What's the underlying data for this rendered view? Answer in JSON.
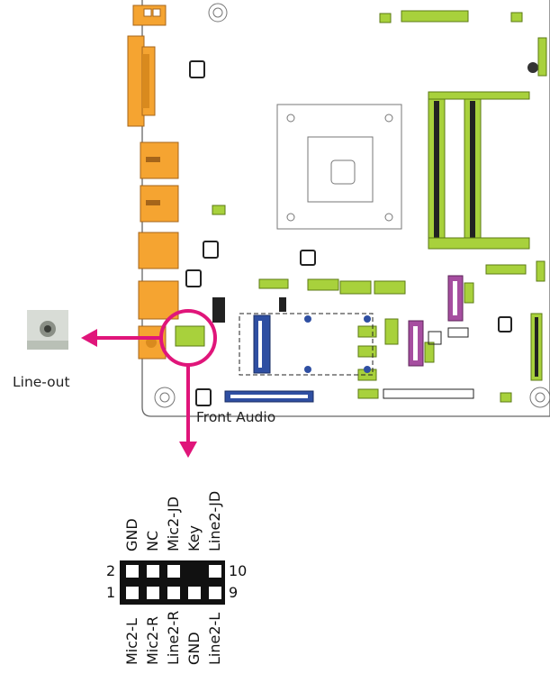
{
  "labels": {
    "line_out": "Line-out",
    "front_audio": "Front Audio"
  },
  "connector": {
    "top_left_pin": "2",
    "bottom_left_pin": "1",
    "top_right_pin": "10",
    "bottom_right_pin": "9",
    "top_row": [
      "GND",
      "NC",
      "Mic2-JD",
      "Key",
      "Line2-JD"
    ],
    "bottom_row": [
      "Mic2-L",
      "Mic2-R",
      "Line2-R",
      "GND",
      "Line2-L"
    ]
  },
  "colors": {
    "accent_pink": "#e0157a",
    "header_green": "#8cc63f",
    "slot_green": "#a8d13c",
    "sata_purple": "#a64ea0",
    "io_orange": "#f5a431",
    "pcie_blue": "#2f4fa2"
  }
}
